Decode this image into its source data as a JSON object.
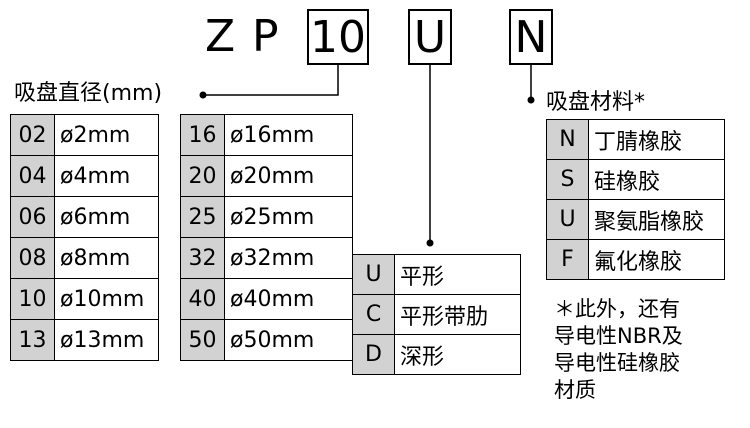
{
  "model_code": {
    "prefix_z": "Z",
    "prefix_p": "P",
    "size": "10",
    "type": "U",
    "material": "N"
  },
  "size_label": "吸盘直径(mm)",
  "size_table_left": [
    {
      "code": "02",
      "diameter": "ø2mm"
    },
    {
      "code": "04",
      "diameter": "ø4mm"
    },
    {
      "code": "06",
      "diameter": "ø6mm"
    },
    {
      "code": "08",
      "diameter": "ø8mm"
    },
    {
      "code": "10",
      "diameter": "ø10mm"
    },
    {
      "code": "13",
      "diameter": "ø13mm"
    }
  ],
  "size_table_right": [
    {
      "code": "16",
      "diameter": "ø16mm"
    },
    {
      "code": "20",
      "diameter": "ø20mm"
    },
    {
      "code": "25",
      "diameter": "ø25mm"
    },
    {
      "code": "32",
      "diameter": "ø32mm"
    },
    {
      "code": "40",
      "diameter": "ø40mm"
    },
    {
      "code": "50",
      "diameter": "ø50mm"
    }
  ],
  "type_table": [
    {
      "code": "U",
      "desc": "平形"
    },
    {
      "code": "C",
      "desc": "平形带肋"
    },
    {
      "code": "D",
      "desc": "深形"
    }
  ],
  "material_label": "吸盘材料*",
  "material_table": [
    {
      "code": "N",
      "desc": "丁腈橡胶"
    },
    {
      "code": "S",
      "desc": "硅橡胶"
    },
    {
      "code": "U",
      "desc": "聚氨脂橡胶"
    },
    {
      "code": "F",
      "desc": "氟化橡胶"
    }
  ],
  "note_lines": [
    "＊此外，还有",
    "导电性NBR及",
    "导电性硅橡胶",
    "材质"
  ]
}
